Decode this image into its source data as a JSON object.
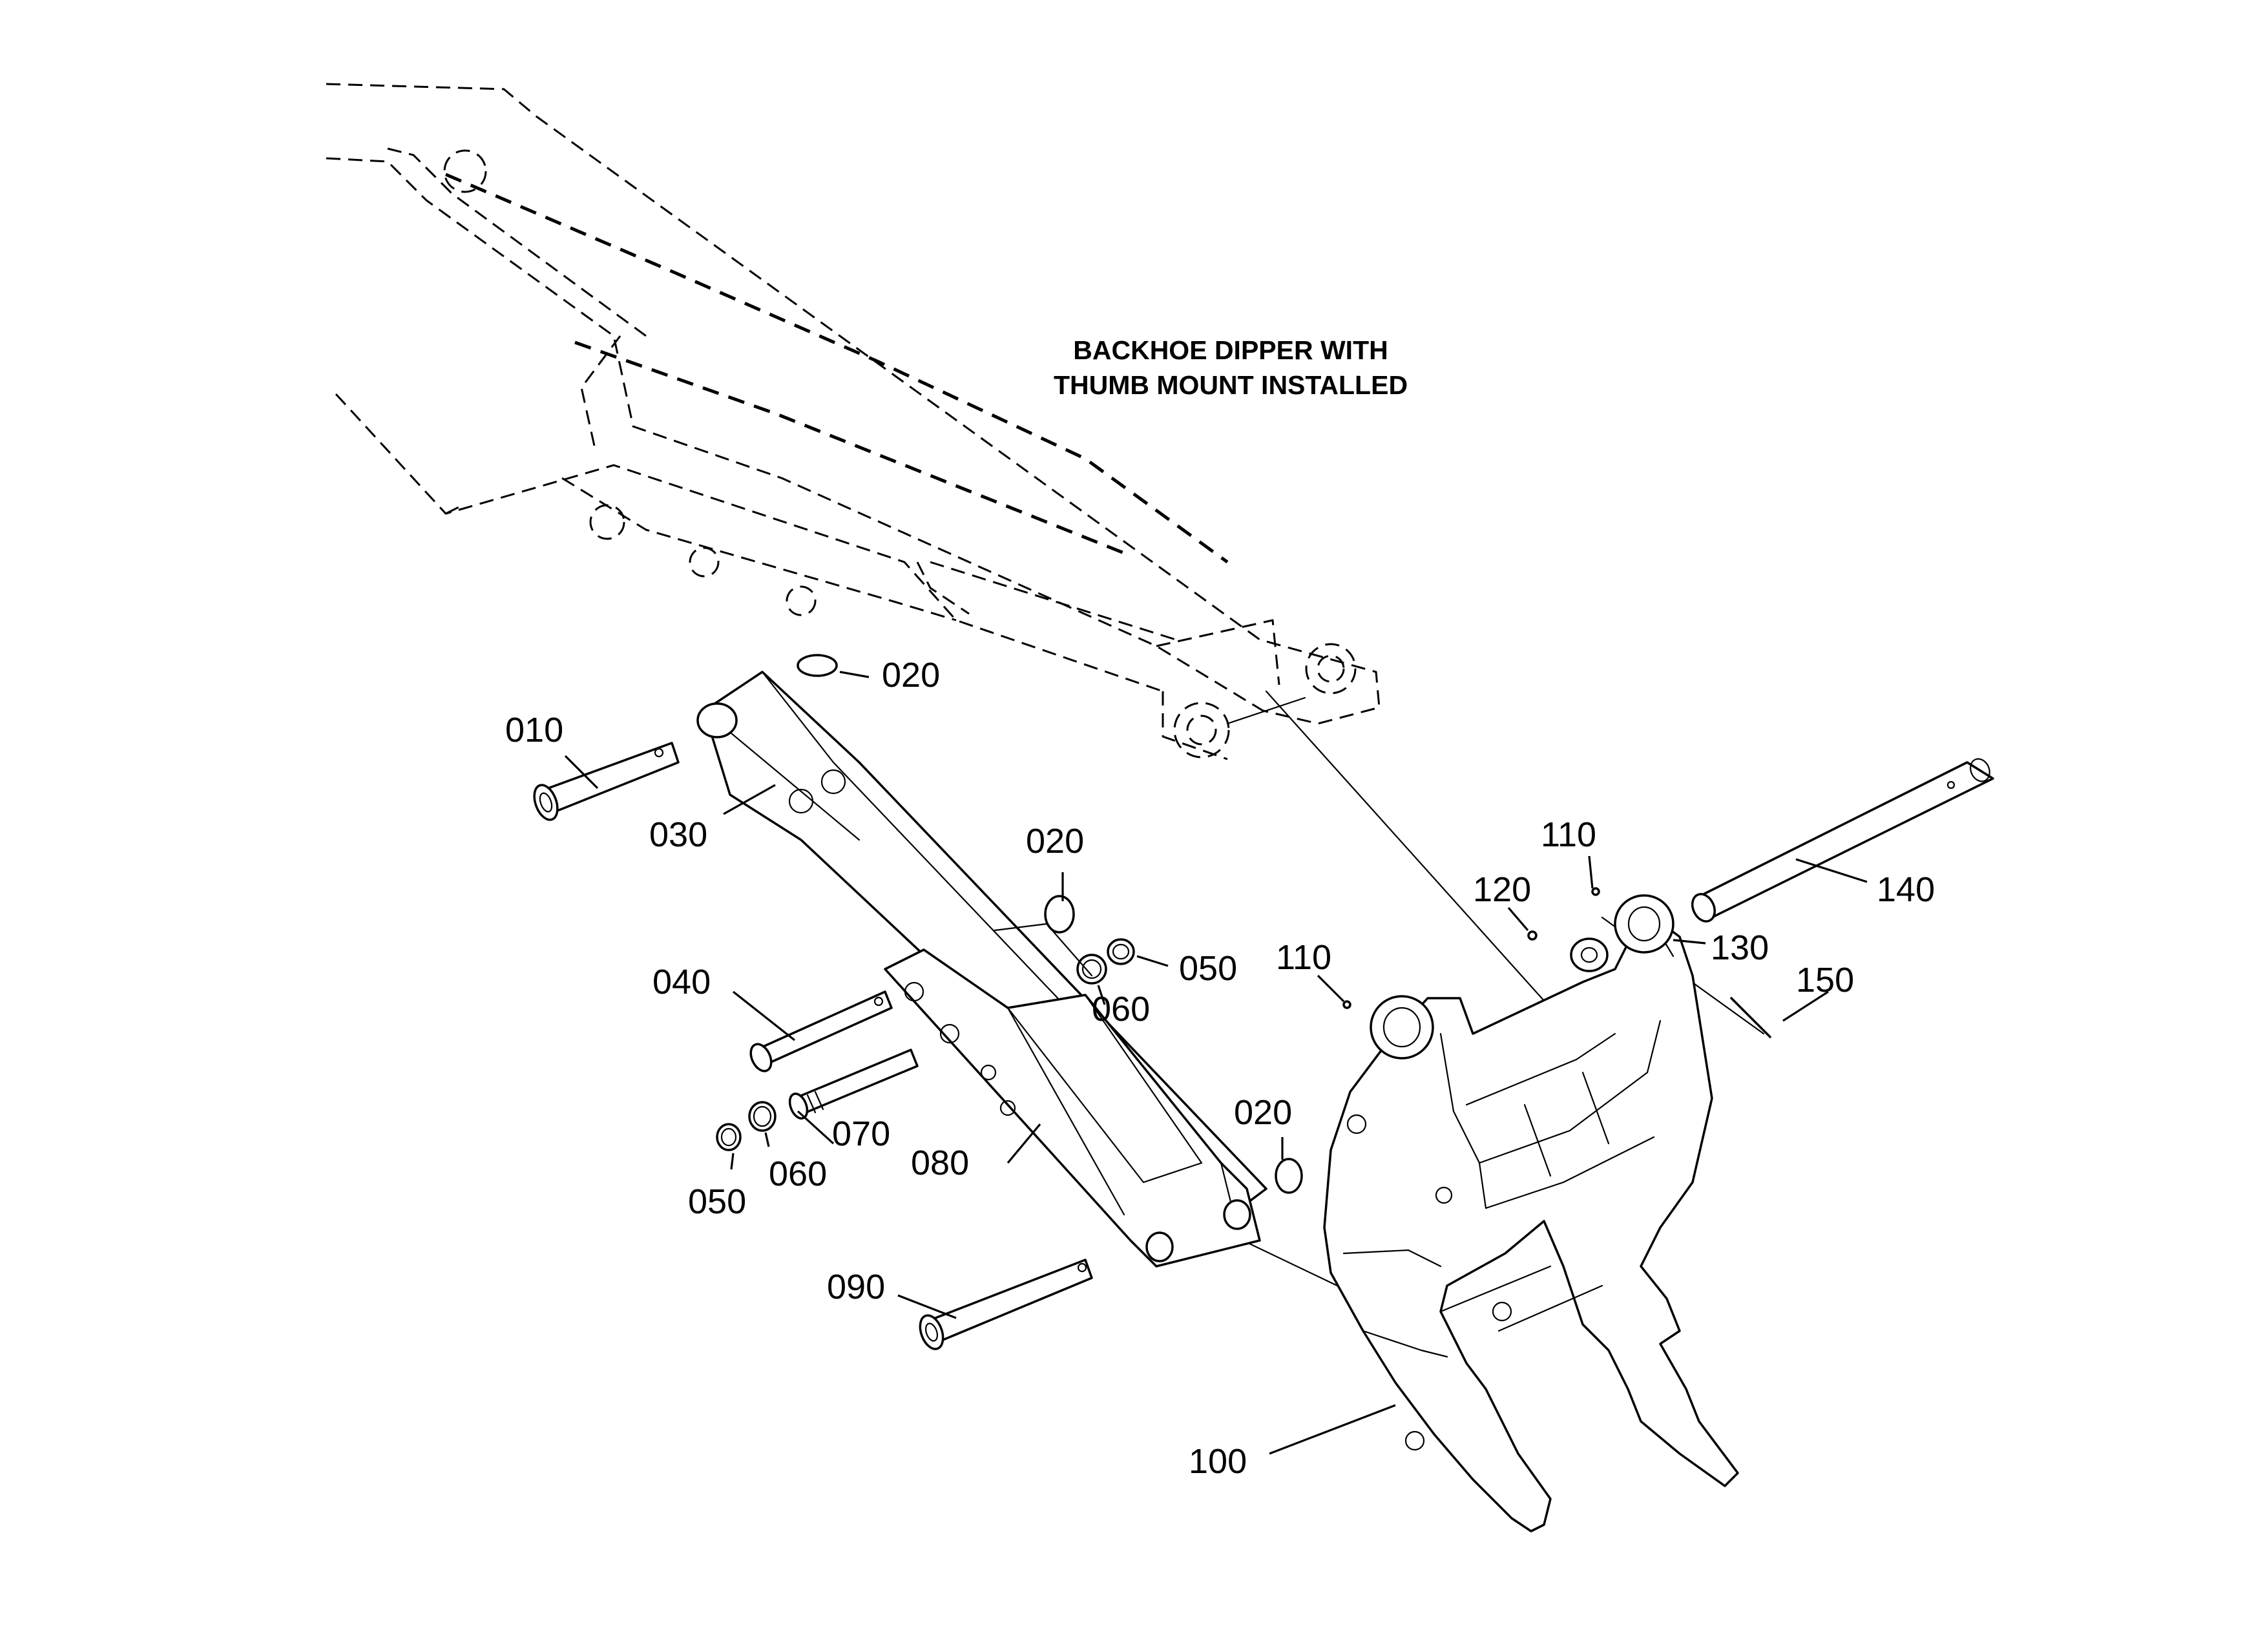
{
  "diagram": {
    "title_lines": [
      "BACKHOE DIPPER WITH",
      "THUMB MOUNT INSTALLED"
    ],
    "callouts": {
      "p010": "010",
      "p020a": "020",
      "p020b": "020",
      "p020c": "020",
      "p030": "030",
      "p040": "040",
      "p050a": "050",
      "p050b": "050",
      "p060a": "060",
      "p060b": "060",
      "p070": "070",
      "p080": "080",
      "p090": "090",
      "p100": "100",
      "p110a": "110",
      "p110b": "110",
      "p120": "120",
      "p130": "130",
      "p140": "140",
      "p150": "150"
    }
  }
}
